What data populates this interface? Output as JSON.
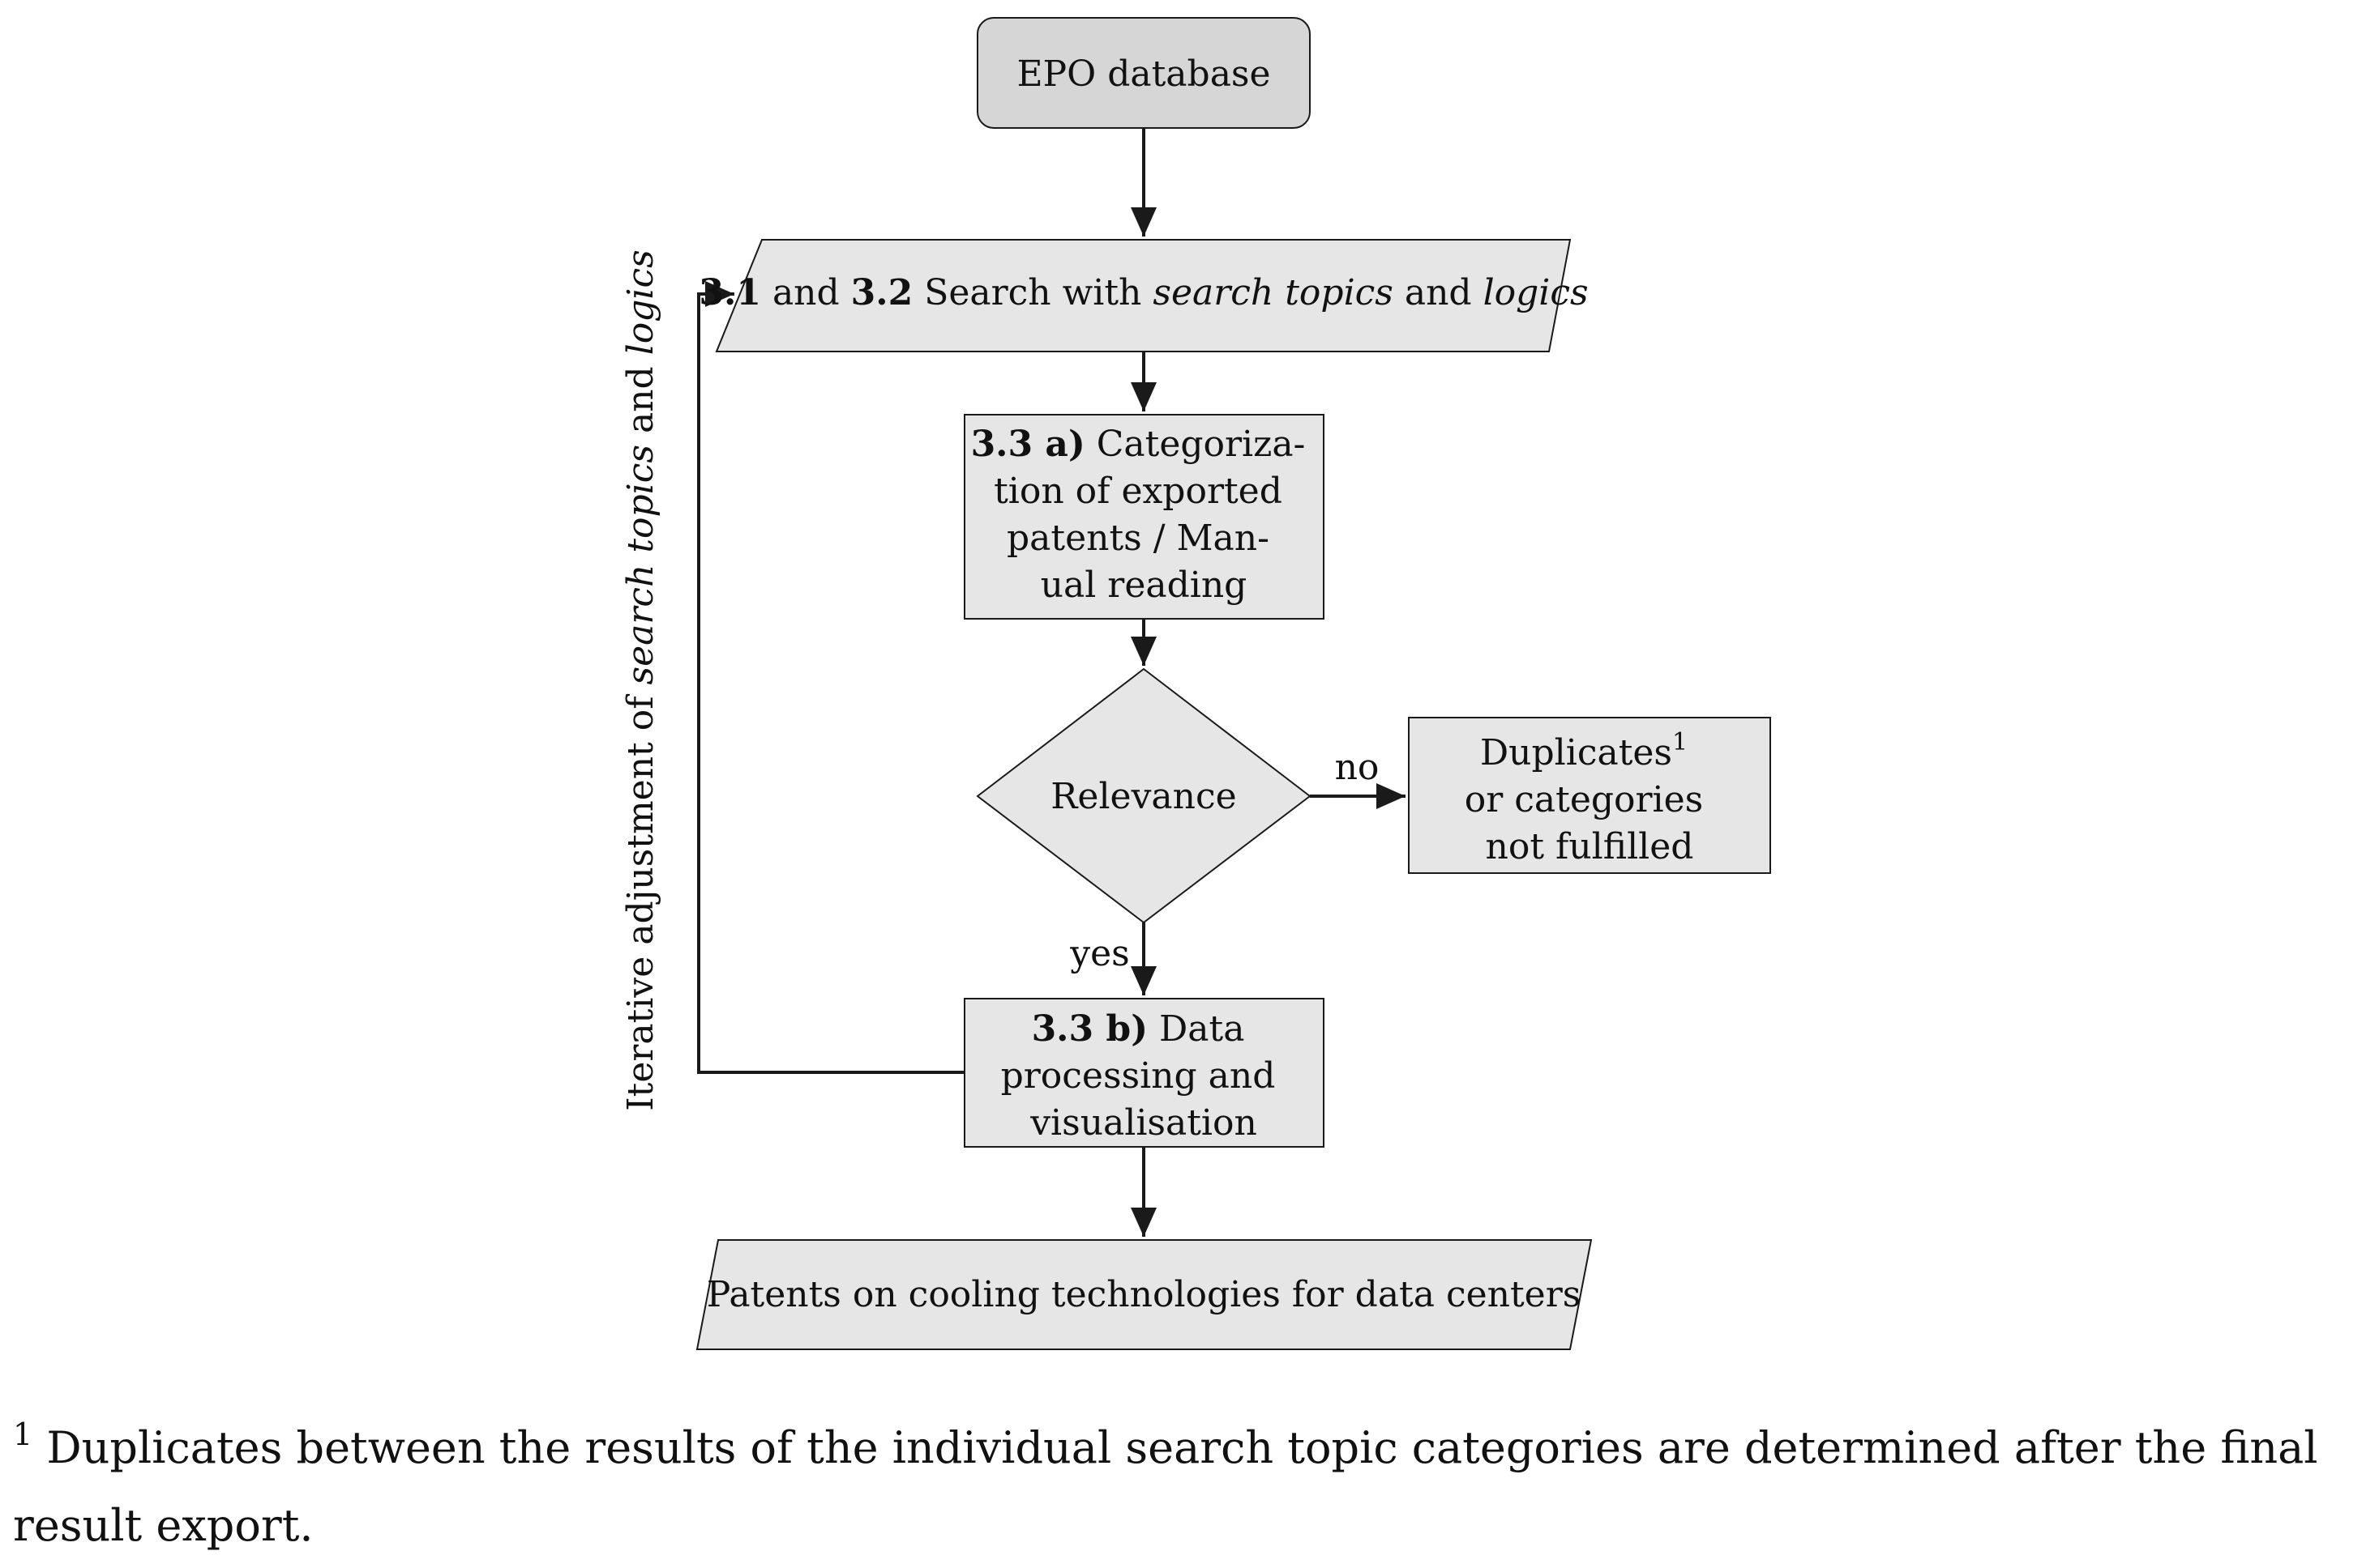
{
  "nodes": {
    "epo": {
      "label": "EPO database"
    },
    "search": {
      "bold1": "3.1",
      "text1": " and ",
      "bold2": "3.2",
      "text2": " Search with ",
      "italic1": "search topics",
      "text3": " and ",
      "italic2": "logics"
    },
    "categorization": {
      "bold": "3.3 a)",
      "line1": " Categoriza-",
      "line2": "tion of exported",
      "line3": "patents / Man-",
      "line4": "ual reading"
    },
    "relevance": {
      "label": "Relevance"
    },
    "duplicates": {
      "line1": "Duplicates",
      "line1_sup": "1",
      "line2": "or categories",
      "line3": "not fulfilled"
    },
    "processing": {
      "bold": "3.3 b)",
      "line1": " Data",
      "line2": "processing and",
      "line3": "visualisation"
    },
    "patents": {
      "label": "Patents on cooling technologies for data centers"
    }
  },
  "edges": {
    "no_label": "no",
    "yes_label": "yes"
  },
  "feedback_label": {
    "text1": "Iterative adjustment of ",
    "italic1": "search topics",
    "text2": " and ",
    "italic2": "logics"
  },
  "footnote": {
    "marker": "1",
    "text": " Duplicates between the results of the individual search topic categories are determined after the final result export."
  },
  "colors": {
    "box_fill": "#e6e6e6",
    "terminal_fill": "#d6d6d6",
    "stroke": "#1a1a1a"
  }
}
